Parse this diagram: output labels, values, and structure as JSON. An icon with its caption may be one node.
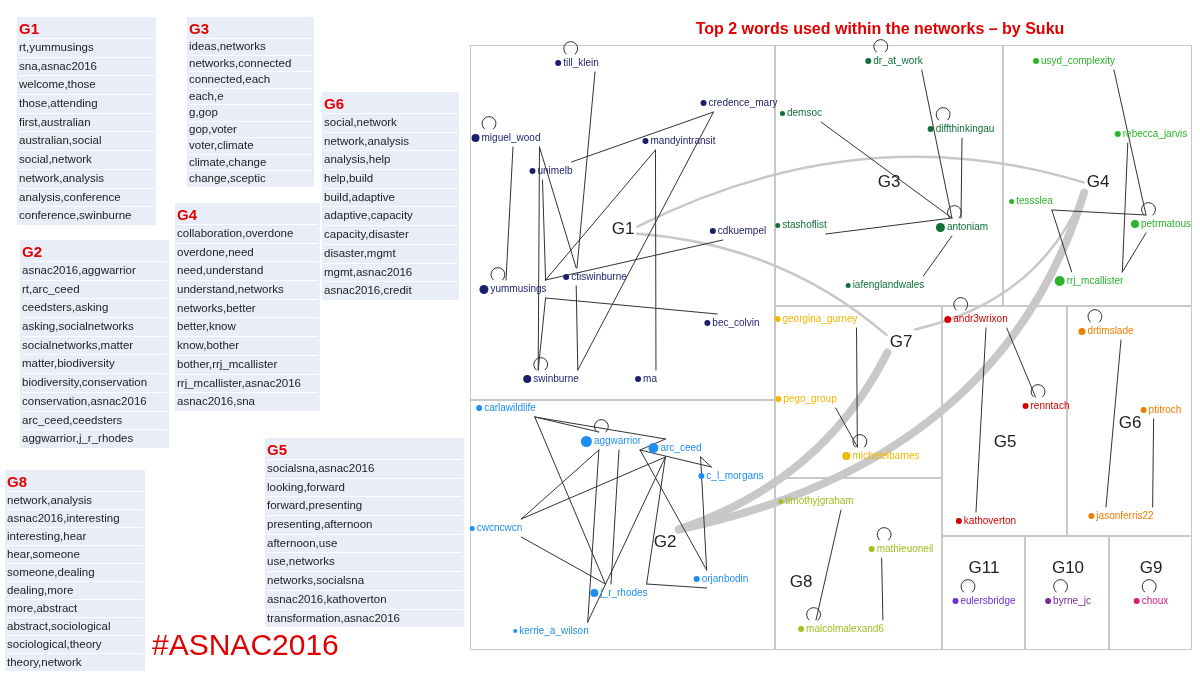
{
  "diagram": {
    "title": "Top 2 words used within the networks – by Suku",
    "nodes": [
      {
        "text": [
          "G1",
          "rt,yummusings",
          "sna,asnac2016",
          "welcome,those",
          "those,attending",
          "first,australian",
          "australian,social",
          "social,network",
          "network,analysis",
          "analysis,conference",
          "conference,swinburne"
        ]
      },
      {
        "text": [
          "G2",
          "asnac2016,aggwarrior",
          "rt,arc_ceed",
          "ceedsters,asking",
          "asking,socialnetworks",
          "socialnetworks,matter",
          "matter,biodiversity",
          "biodiversity,conservation",
          "conservation,asnac2016",
          "arc_ceed,ceedsters",
          "aggwarrior,j_r_rhodes"
        ]
      },
      {
        "text": [
          "G3",
          "ideas,networks",
          "networks,connected",
          "connected,each",
          "each,e",
          "g,gop",
          "gop,voter",
          "voter,climate",
          "climate,change",
          "change,sceptic"
        ]
      },
      {
        "text": [
          "G4",
          "collaboration,overdone",
          "overdone,need",
          "need,understand",
          "understand,networks",
          "networks,better",
          "better,know",
          "know,bother",
          "bother,rrj_mcallister",
          "rrj_mcallister,asnac2016",
          "asnac2016,sna"
        ]
      },
      {
        "text": [
          "G5",
          "socialsna,asnac2016",
          "looking,forward",
          "forward,presenting",
          "presenting,afternoon",
          "afternoon,use",
          "use,networks",
          "networks,socialsna",
          "asnac2016,kathoverton",
          "transformation,asnac2016"
        ]
      },
      {
        "text": [
          "G6",
          "social,network",
          "network,analysis",
          "analysis,help",
          "help,build",
          "build,adaptive",
          "adaptive,capacity",
          "capacity,disaster",
          "disaster,mgmt",
          "mgmt,asnac2016",
          "asnac2016,credit"
        ]
      },
      {
        "text": [
          "G8",
          "network,analysis",
          "asnac2016,interesting",
          "interesting,hear",
          "hear,someone",
          "someone,dealing",
          "dealing,more",
          "more,abstract",
          "abstract,sociological",
          "sociological,theory",
          "theory,network"
        ]
      },
      {
        "text": [],
        "shape": "box"
      },
      {
        "text": [
          "G1"
        ],
        "in": 7
      },
      {
        "text": [
          "till_klein"
        ],
        "in": 7
      },
      {
        "text": [
          "credence_mary"
        ],
        "in": 7
      },
      {
        "text": [
          "miguel_wood"
        ],
        "in": 7
      },
      {
        "text": [
          "mandyintransit"
        ],
        "in": 7
      },
      {
        "text": [
          "unimelb"
        ],
        "in": 7
      },
      {
        "text": [
          "cdkuempel"
        ],
        "in": 7
      },
      {
        "text": [
          "yummusings"
        ],
        "in": 7
      },
      {
        "text": [
          "ctiswinburne"
        ],
        "in": 7
      },
      {
        "text": [
          "bec_colvin"
        ],
        "in": 7
      },
      {
        "text": [
          "swinburne"
        ],
        "in": 7
      },
      {
        "text": [
          "ma"
        ],
        "in": 7
      },
      {
        "text": [],
        "shape": "box"
      },
      {
        "text": [
          "G3"
        ],
        "in": 20
      },
      {
        "text": [
          "dr_at_work"
        ],
        "in": 20
      },
      {
        "text": [
          "demsoc"
        ],
        "in": 20
      },
      {
        "text": [
          "diffthinkingau"
        ],
        "in": 20
      },
      {
        "text": [
          "stashoflist"
        ],
        "in": 20
      },
      {
        "text": [
          "antoniam"
        ],
        "in": 20
      },
      {
        "text": [
          "iafenglandwales"
        ],
        "in": 20
      },
      {
        "text": [],
        "shape": "box"
      },
      {
        "text": [
          "G4"
        ],
        "in": 28
      },
      {
        "text": [
          "usyd_complexity"
        ],
        "in": 28
      },
      {
        "text": [
          "rebecca_jarvis"
        ],
        "in": 28
      },
      {
        "text": [
          "tessslea"
        ],
        "in": 28
      },
      {
        "text": [
          "petrmatous"
        ],
        "in": 28
      },
      {
        "text": [
          "rrj_mcallister"
        ],
        "in": 28
      },
      {
        "text": [],
        "shape": "box"
      },
      {
        "text": [
          "G2"
        ],
        "in": 35
      },
      {
        "text": [
          "carlawildlife"
        ],
        "in": 35
      },
      {
        "text": [
          "aggwarrior"
        ],
        "in": 35
      },
      {
        "text": [
          "arc_ceed"
        ],
        "in": 35
      },
      {
        "text": [
          "cwcncwcn"
        ],
        "in": 35
      },
      {
        "text": [
          "c_l_morgans"
        ],
        "in": 35
      },
      {
        "text": [
          "j_r_rhodes"
        ],
        "in": 35
      },
      {
        "text": [
          "orjanbodin"
        ],
        "in": 35
      },
      {
        "text": [
          "kerrie_a_wilson"
        ],
        "in": 35
      },
      {
        "text": [],
        "shape": "box"
      },
      {
        "text": [
          "G7"
        ],
        "in": 45
      },
      {
        "text": [
          "georgina_gurney"
        ],
        "in": 45
      },
      {
        "text": [
          "pego_group"
        ],
        "in": 45
      },
      {
        "text": [
          "michelelbarnes"
        ],
        "in": 45
      },
      {
        "text": [],
        "shape": "box"
      },
      {
        "text": [
          "G5"
        ],
        "in": 50
      },
      {
        "text": [
          "andr3wrixon"
        ],
        "in": 50
      },
      {
        "text": [
          "renntach"
        ],
        "in": 50
      },
      {
        "text": [
          "kathoverton"
        ],
        "in": 50
      },
      {
        "text": [],
        "shape": "box"
      },
      {
        "text": [
          "G6"
        ],
        "in": 55
      },
      {
        "text": [
          "drtimslade"
        ],
        "in": 55
      },
      {
        "text": [
          "ptitroch"
        ],
        "in": 55
      },
      {
        "text": [
          "jasonferris22"
        ],
        "in": 55
      },
      {
        "text": [],
        "shape": "box"
      },
      {
        "text": [
          "G8"
        ],
        "in": 60
      },
      {
        "text": [
          "timothyjgraham"
        ],
        "in": 60
      },
      {
        "text": [
          "mathieuoneil"
        ],
        "in": 60
      },
      {
        "text": [
          "malcolmalexand6"
        ],
        "in": 60
      },
      {
        "text": [],
        "shape": "box"
      },
      {
        "text": [
          "G11"
        ],
        "in": 65
      },
      {
        "text": [
          "eulersbridge"
        ],
        "in": 65
      },
      {
        "text": [],
        "shape": "box"
      },
      {
        "text": [
          "G10"
        ],
        "in": 68
      },
      {
        "text": [
          "byrne_jc"
        ],
        "in": 68
      },
      {
        "text": [],
        "shape": "box"
      },
      {
        "text": [
          "G9"
        ],
        "in": 71
      },
      {
        "text": [
          "choux"
        ],
        "in": 71
      }
    ],
    "edges": [
      {
        "from": 11,
        "to": 15,
        "arrow": "none"
      },
      {
        "from": 11,
        "to": 18,
        "arrow": "none"
      },
      {
        "from": 11,
        "to": 16,
        "arrow": "none"
      },
      {
        "from": 9,
        "to": 16,
        "arrow": "none"
      },
      {
        "from": 13,
        "to": 10,
        "arrow": "none"
      },
      {
        "from": 13,
        "to": 15,
        "arrow": "none"
      },
      {
        "from": 12,
        "to": 15,
        "arrow": "none"
      },
      {
        "from": 12,
        "to": 19,
        "arrow": "none"
      },
      {
        "from": 10,
        "to": 18,
        "arrow": "none"
      },
      {
        "from": 14,
        "to": 15,
        "arrow": "none"
      },
      {
        "from": 15,
        "to": 17,
        "arrow": "none"
      },
      {
        "from": 15,
        "to": 18,
        "arrow": "none"
      },
      {
        "from": 16,
        "to": 18,
        "arrow": "none"
      },
      {
        "from": 9,
        "to": 9,
        "arrow": "none"
      },
      {
        "from": 11,
        "to": 11,
        "arrow": "none"
      },
      {
        "from": 15,
        "to": 15,
        "arrow": "none"
      },
      {
        "from": 18,
        "to": 18,
        "arrow": "none"
      },
      {
        "from": 23,
        "to": 26,
        "arrow": "none"
      },
      {
        "from": 22,
        "to": 26,
        "arrow": "none"
      },
      {
        "from": 24,
        "to": 26,
        "arrow": "none"
      },
      {
        "from": 25,
        "to": 26,
        "arrow": "none"
      },
      {
        "from": 26,
        "to": 27,
        "arrow": "none"
      },
      {
        "from": 22,
        "to": 22,
        "arrow": "none"
      },
      {
        "from": 24,
        "to": 24,
        "arrow": "none"
      },
      {
        "from": 26,
        "to": 26,
        "arrow": "none"
      },
      {
        "from": 30,
        "to": 33,
        "arrow": "none"
      },
      {
        "from": 31,
        "to": 34,
        "arrow": "none"
      },
      {
        "from": 32,
        "to": 33,
        "arrow": "none"
      },
      {
        "from": 32,
        "to": 34,
        "arrow": "none"
      },
      {
        "from": 33,
        "to": 34,
        "arrow": "none"
      },
      {
        "from": 33,
        "to": 33,
        "arrow": "none"
      },
      {
        "from": 37,
        "to": 38,
        "arrow": "none"
      },
      {
        "from": 37,
        "to": 39,
        "arrow": "none"
      },
      {
        "from": 37,
        "to": 42,
        "arrow": "none"
      },
      {
        "from": 38,
        "to": 39,
        "arrow": "none"
      },
      {
        "from": 38,
        "to": 40,
        "arrow": "none"
      },
      {
        "from": 38,
        "to": 44,
        "arrow": "none"
      },
      {
        "from": 38,
        "to": 42,
        "arrow": "none"
      },
      {
        "from": 38,
        "to": 43,
        "arrow": "none"
      },
      {
        "from": 38,
        "to": 41,
        "arrow": "none"
      },
      {
        "from": 39,
        "to": 40,
        "arrow": "none"
      },
      {
        "from": 39,
        "to": 44,
        "arrow": "none"
      },
      {
        "from": 39,
        "to": 42,
        "arrow": "none"
      },
      {
        "from": 39,
        "to": 43,
        "arrow": "none"
      },
      {
        "from": 39,
        "to": 41,
        "arrow": "none"
      },
      {
        "from": 40,
        "to": 42,
        "arrow": "none"
      },
      {
        "from": 42,
        "to": 43,
        "arrow": "none"
      },
      {
        "from": 38,
        "to": 38,
        "arrow": "none"
      },
      {
        "from": 47,
        "to": 49,
        "arrow": "none"
      },
      {
        "from": 48,
        "to": 49,
        "arrow": "none"
      },
      {
        "from": 49,
        "to": 49,
        "arrow": "none"
      },
      {
        "from": 52,
        "to": 54,
        "arrow": "none"
      },
      {
        "from": 52,
        "to": 53,
        "arrow": "none"
      },
      {
        "from": 52,
        "to": 52,
        "arrow": "none"
      },
      {
        "from": 53,
        "to": 53,
        "arrow": "none"
      },
      {
        "from": 57,
        "to": 59,
        "arrow": "none"
      },
      {
        "from": 58,
        "to": 59,
        "arrow": "none"
      },
      {
        "from": 57,
        "to": 57,
        "arrow": "none"
      },
      {
        "from": 62,
        "to": 64,
        "arrow": "none"
      },
      {
        "from": 63,
        "to": 64,
        "arrow": "none"
      },
      {
        "from": 63,
        "to": 63,
        "arrow": "none"
      },
      {
        "from": 64,
        "to": 64,
        "arrow": "none"
      },
      {
        "from": 67,
        "to": 67,
        "arrow": "none"
      },
      {
        "from": 70,
        "to": 70,
        "arrow": "none"
      },
      {
        "from": 73,
        "to": 73,
        "arrow": "none"
      },
      {
        "from": 8,
        "to": 29,
        "arrow": "none",
        "color": "#c8c8c8"
      },
      {
        "from": 8,
        "to": 46,
        "arrow": "none",
        "color": "#c8c8c8"
      },
      {
        "from": 36,
        "to": 29,
        "arrow": "none",
        "style": "thick",
        "color": "#c8c8c8"
      },
      {
        "from": 36,
        "to": 46,
        "arrow": "none",
        "style": "thick",
        "color": "#c8c8c8"
      },
      {
        "from": 46,
        "to": 29,
        "arrow": "none",
        "color": "#c8c8c8"
      }
    ],
    "labels": [
      "#ASNAC2016"
    ]
  }
}
